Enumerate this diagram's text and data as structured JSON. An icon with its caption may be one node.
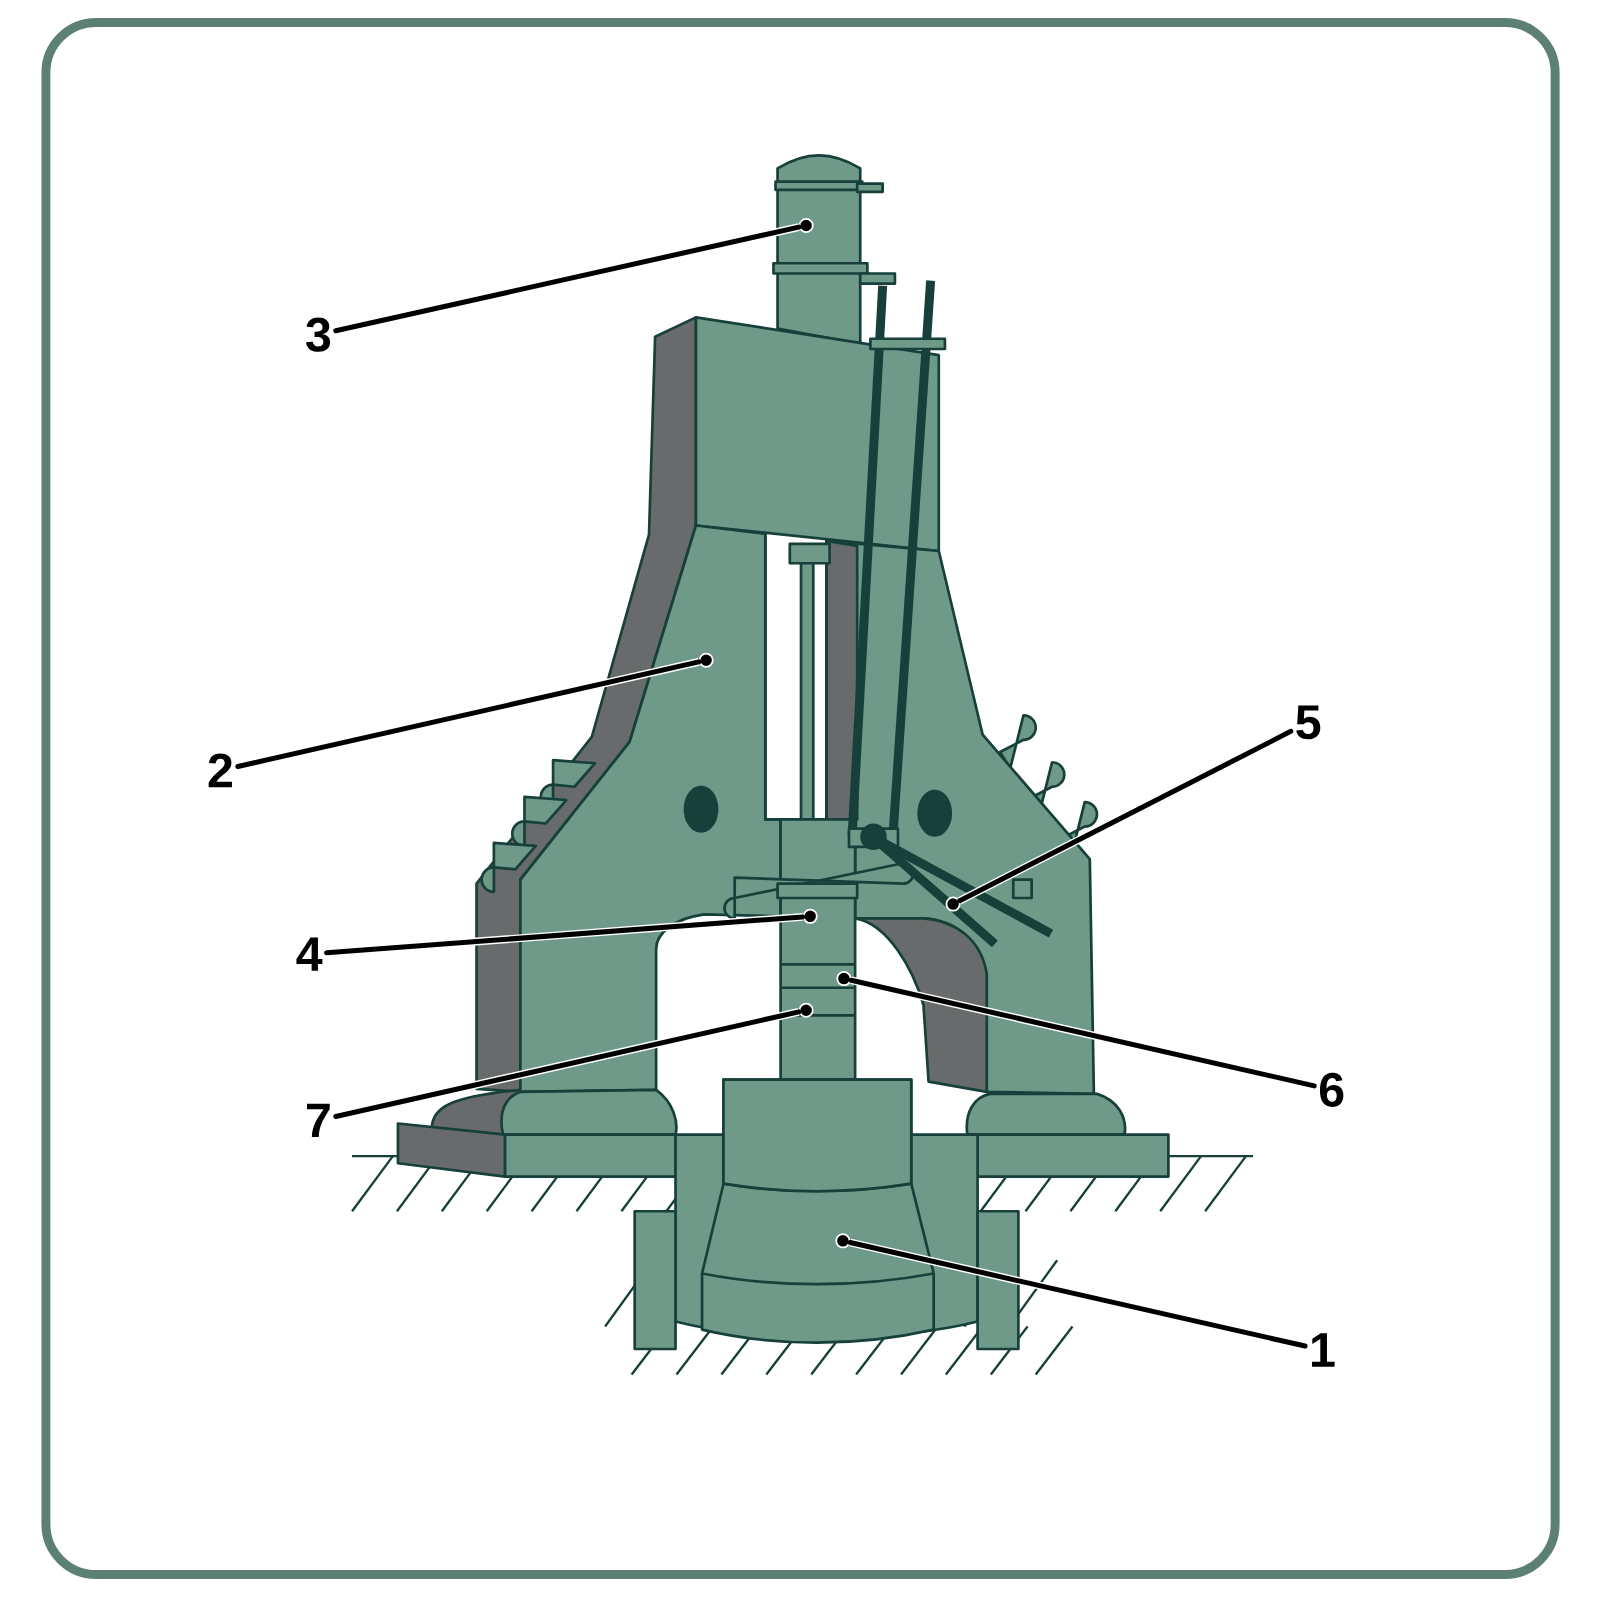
{
  "diagram": {
    "nodes": [
      {
        "text": [
          "3"
        ]
      },
      {
        "text": [
          "2"
        ]
      },
      {
        "text": [
          "5"
        ]
      },
      {
        "text": [
          "4"
        ]
      },
      {
        "text": [
          "6"
        ]
      },
      {
        "text": [
          "7"
        ]
      },
      {
        "text": [
          "1"
        ]
      },
      {
        "text": [],
        "shape": "circle"
      },
      {
        "text": [],
        "shape": "circle"
      },
      {
        "text": [],
        "shape": "circle"
      },
      {
        "text": [],
        "shape": "circle"
      },
      {
        "text": [],
        "shape": "circle"
      },
      {
        "text": [],
        "shape": "circle"
      },
      {
        "text": [],
        "shape": "circle"
      }
    ],
    "edges": [
      {
        "from": 0,
        "to": 7,
        "arrow": "none"
      },
      {
        "from": 1,
        "to": 8,
        "arrow": "none"
      },
      {
        "from": 2,
        "to": 9,
        "arrow": "none"
      },
      {
        "from": 3,
        "to": 10,
        "arrow": "none"
      },
      {
        "from": 4,
        "to": 11,
        "arrow": "none"
      },
      {
        "from": 5,
        "to": 12,
        "arrow": "none"
      },
      {
        "from": 6,
        "to": 13,
        "arrow": "none"
      }
    ]
  }
}
